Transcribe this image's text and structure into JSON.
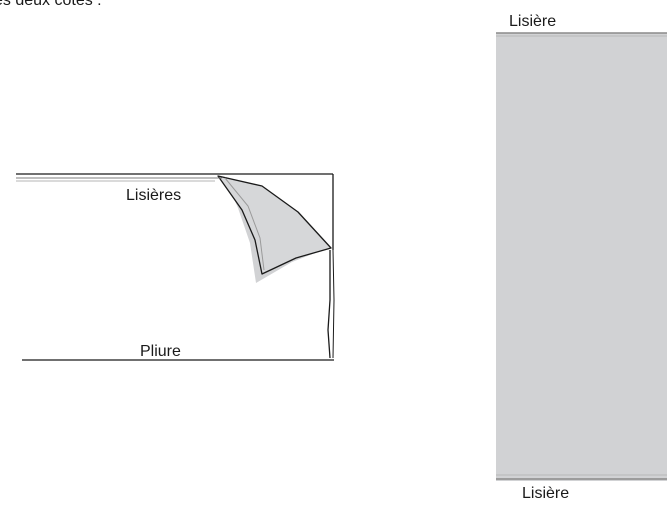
{
  "intro_text": "es deux côtés :",
  "folded_fabric": {
    "selvedges_label": "Lisières",
    "fold_label": "Pliure"
  },
  "fabric_panel": {
    "top_label": "Lisière",
    "bottom_label": "Lisière"
  },
  "colors": {
    "fabric_fill": "#d1d2d4",
    "edge_line": "#1a1a1a",
    "selvedge_line": "#9a9a9a"
  }
}
